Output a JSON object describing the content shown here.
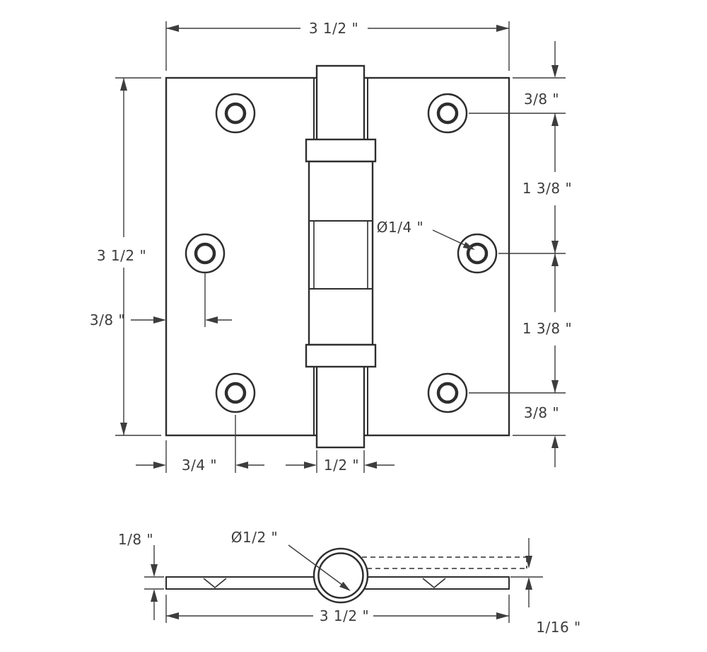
{
  "top_view": {
    "width": "3 1/2 \"",
    "height": "3 1/2 \"",
    "edge_to_first_hole": "3/8 \"",
    "hole_spacing_upper": "1 3/8 \"",
    "hole_spacing_lower": "1 3/8 \"",
    "bottom_hole_to_edge": "3/8 \"",
    "edge_to_middle_hole": "3/8 \"",
    "hole_diameter": "Ø1/4 \"",
    "edge_to_hole_column": "3/4 \"",
    "pin_width": "1/2 \""
  },
  "side_view": {
    "leaf_thickness": "1/8 \"",
    "barrel_diameter": "Ø1/2 \"",
    "width": "3 1/2 \"",
    "leaf_offset": "1/16 \""
  },
  "colors": {
    "line": "#2e2e2e",
    "dimension": "#3d3d3d",
    "background": "#ffffff"
  }
}
